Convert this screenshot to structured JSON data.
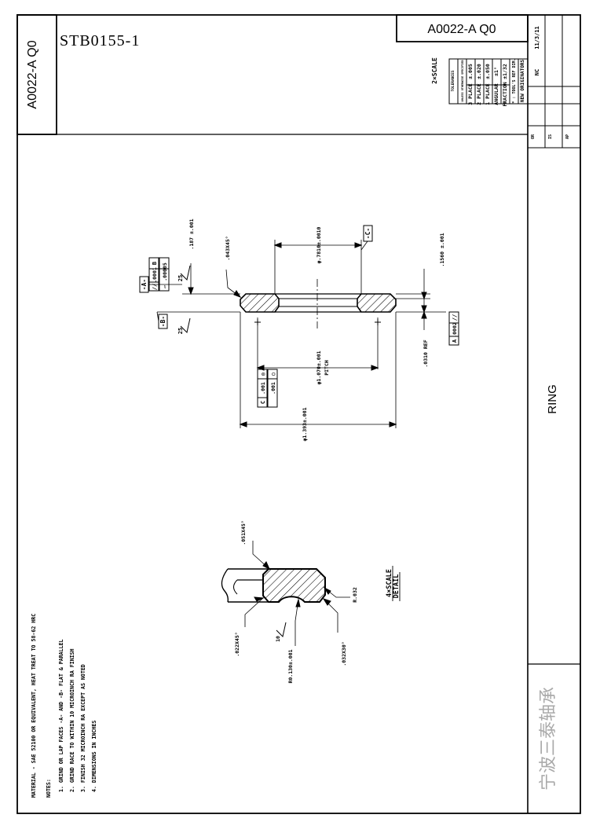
{
  "header": {
    "part_id": "STB0155-1",
    "drawing_number": "A0022-A Q0",
    "side_tab_number": "A0022-A Q0"
  },
  "part_name": "RING",
  "watermark": "宁波三泰轴承",
  "tolerance_block": {
    "scale_note": "2×SCALE",
    "title": "TOLERANCES",
    "subtitle": "UNLESS OTHERWISE SPECIFIED",
    "rows": [
      {
        "label": "3 PLACE",
        "value": "±.005"
      },
      {
        "label": "2 PLACE",
        "value": "±.020"
      },
      {
        "label": "1 PLACE",
        "value": "±.050"
      },
      {
        "label": "ANGULAR",
        "value": "±1°"
      },
      {
        "label": "FRACTION",
        "value": "±1/32"
      }
    ],
    "ref_note": "* : TOOL'S REF DIM.",
    "new_originators": "NEW ORIGINATORS"
  },
  "revision_block": {
    "date": "11/3/11",
    "by": "NC",
    "letters": [
      "OR",
      "IS",
      "AP"
    ]
  },
  "main_view": {
    "datum_a": "-A-",
    "datum_b": "-B-",
    "datum_c": "-C-",
    "parallelism_a": {
      "symbol": "//",
      "value": ".0001",
      "datum": "B"
    },
    "flatness_a": {
      "symbol": "▱",
      "value": ".00005"
    },
    "parallelism_b": {
      "symbol": "//",
      "value": ".0002",
      "datum": "A"
    },
    "position_c": {
      "symbol": "◎",
      "value": ".001",
      "datum": "C"
    },
    "roundness_c": {
      "symbol": "○",
      "value": ".001"
    },
    "finish_a": "25",
    "finish_b": "25",
    "dim_thickness": ".187 ±.001",
    "dim_chamfer": ".043X45°",
    "dim_bore": "φ.7810±.0010",
    "dim_race_depth": ".1560 ±.001",
    "dim_ref": ".0310 REF",
    "dim_pitch": "φ1.070±.001",
    "dim_pitch_label": "PITCH",
    "dim_od": "φ1.393±.001"
  },
  "detail_view": {
    "title_line1": "4×SCALE",
    "title_line2": "DETAIL",
    "dim_chamfer_top": ".051X45°",
    "dim_chamfer_left": ".022X45°",
    "dim_radius": "R.032",
    "dim_race_radius": "R0.130±.001",
    "finish": "10",
    "dim_angle": ".032X30°"
  },
  "notes": {
    "material": "MATERIAL - SAE 52100 OR EQUIVALENT, HEAT TREAT TO 58-62 HRC",
    "heading": "NOTES:",
    "items": [
      "1. GRIND OR LAP FACES -A- AND -B- FLAT & PARALLEL",
      "2. GRIND RACE TO WITHIN 10 MICROINCH RA FINISH",
      "3. FINISH 32 MICROINCH RA EXCEPT AS NOTED",
      "4. DIMENSIONS IN INCHES"
    ]
  }
}
